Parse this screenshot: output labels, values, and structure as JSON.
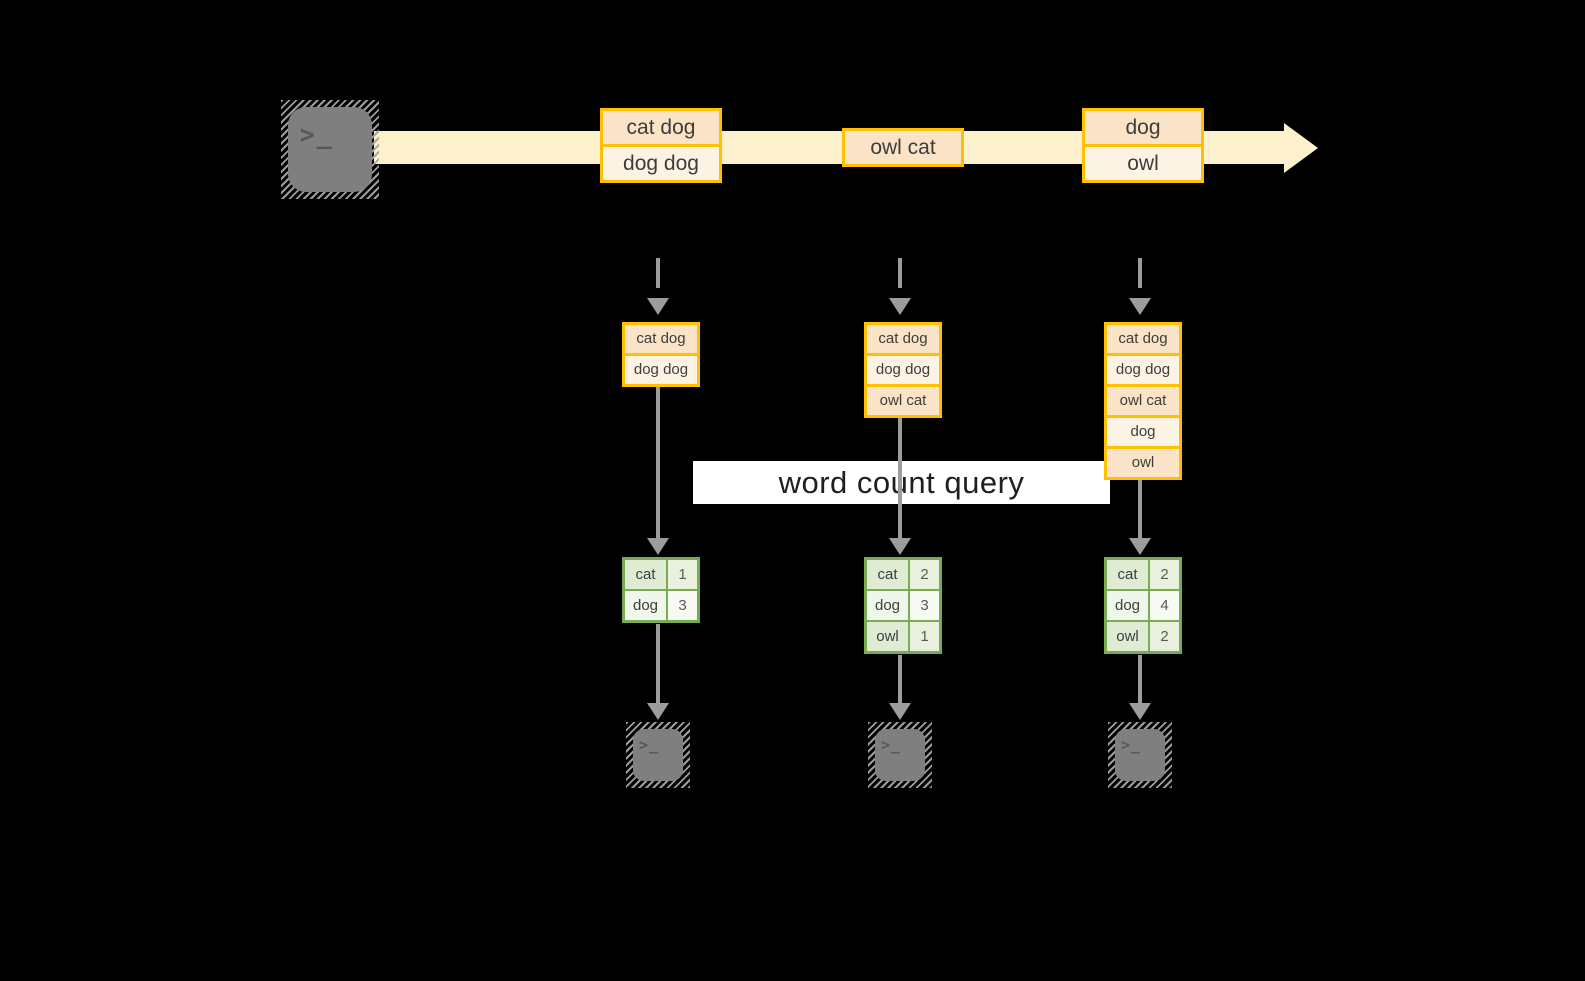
{
  "query_label": "word count query",
  "stream": {
    "events": [
      [
        "cat dog",
        "dog dog"
      ],
      [
        "owl cat"
      ],
      [
        "dog",
        "owl"
      ]
    ]
  },
  "workers": [
    {
      "records": [
        "cat dog",
        "dog dog"
      ],
      "counts": [
        {
          "word": "cat",
          "count": "1"
        },
        {
          "word": "dog",
          "count": "3"
        }
      ]
    },
    {
      "records": [
        "cat dog",
        "dog dog",
        "owl cat"
      ],
      "counts": [
        {
          "word": "cat",
          "count": "2"
        },
        {
          "word": "dog",
          "count": "3"
        },
        {
          "word": "owl",
          "count": "1"
        }
      ]
    },
    {
      "records": [
        "cat dog",
        "dog dog",
        "owl cat",
        "dog",
        "owl"
      ],
      "counts": [
        {
          "word": "cat",
          "count": "2"
        },
        {
          "word": "dog",
          "count": "4"
        },
        {
          "word": "owl",
          "count": "2"
        }
      ]
    }
  ],
  "icons": {
    "terminal_prompt": ">_"
  },
  "colors": {
    "background": "#000000",
    "band": "#FCF0CD",
    "gold": "#FFC000",
    "peach": "#FAE3C6",
    "cream": "#FDF3E4",
    "green": "#79AB50",
    "green_cell_dark": "#DFEBD2",
    "green_cell_light": "#F0F6EA",
    "arrow": "#9C9C9C",
    "terminal": "#7F7F7F",
    "query_bg": "#FFFFFF",
    "text": "#3D3D3D"
  }
}
